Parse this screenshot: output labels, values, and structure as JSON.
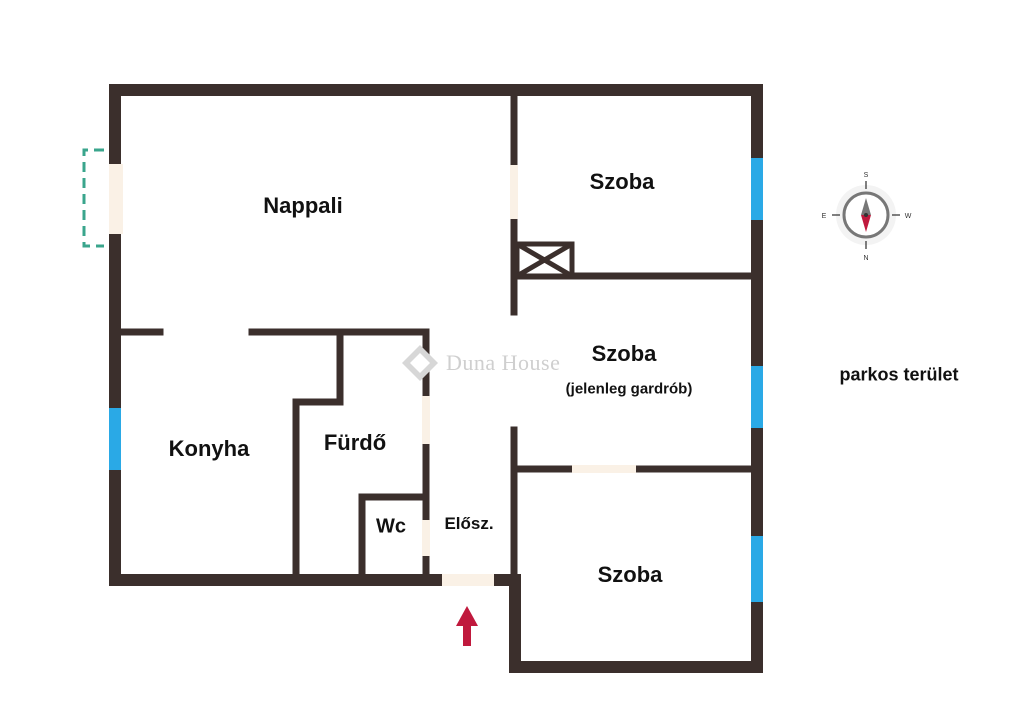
{
  "rooms": {
    "nappali": "Nappali",
    "szoba_top": "Szoba",
    "szoba_mid": "Szoba",
    "szoba_mid_note": "(jelenleg gardrób)",
    "szoba_bottom": "Szoba",
    "konyha": "Konyha",
    "furdo": "Fürdő",
    "wc": "Wc",
    "eloszoba": "Elősz."
  },
  "outside_label": "parkos terület",
  "watermark": "Duna House",
  "compass": {
    "n": "N",
    "s": "S",
    "e": "E",
    "w": "W"
  },
  "colors": {
    "wall": "#3b2f2c",
    "window": "#2aa9e6",
    "door_gap": "#faf1e6",
    "balcony": "#3aa58c",
    "entrance_arrow": "#c0193d"
  }
}
